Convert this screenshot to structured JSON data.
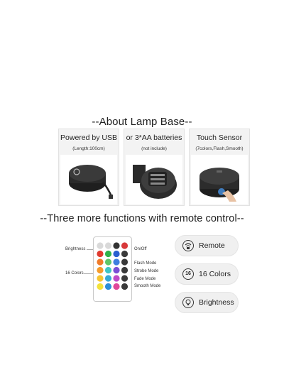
{
  "titles": {
    "base": "--About Lamp Base--",
    "remote": "--Three more functions with remote control--"
  },
  "cards": [
    {
      "title": "Powered by USB",
      "subtitle": "(Length:100cm)"
    },
    {
      "title": "or 3*AA batteries",
      "subtitle": "(not include)"
    },
    {
      "title": "Touch Sensor",
      "subtitle": "(7colors,Flash,Smooth)"
    }
  ],
  "remote": {
    "left_labels": {
      "brightness": "Brightness",
      "colors": "16 Colors"
    },
    "right_labels": {
      "onoff": "On/Off",
      "flash": "Flash Mode",
      "strobe": "Strobe Mode",
      "fade": "Fade Mode",
      "smooth": "Smooth Mode"
    },
    "button_colors": [
      [
        "#d9d9d9",
        "#d9d9d9",
        "#333333",
        "#d8393a"
      ],
      [
        "#e03a2f",
        "#2fb34a",
        "#2a5fd0",
        "#3a3a3a"
      ],
      [
        "#f07b2a",
        "#5fc768",
        "#3f7fe0",
        "#3a3a3a"
      ],
      [
        "#f59b2b",
        "#3fc6c6",
        "#7b4fd6",
        "#3a3a3a"
      ],
      [
        "#f7c530",
        "#36a9d6",
        "#c04ac8",
        "#3a3a3a"
      ],
      [
        "#f3e23a",
        "#2d8fd8",
        "#e0479a",
        "#3a3a3a"
      ]
    ]
  },
  "features": [
    {
      "label": "Remote",
      "icon": "remote-wave-icon"
    },
    {
      "label": "16 Colors",
      "icon": "16-badge-icon",
      "badge": "16"
    },
    {
      "label": "Brightness",
      "icon": "bulb-icon"
    }
  ]
}
